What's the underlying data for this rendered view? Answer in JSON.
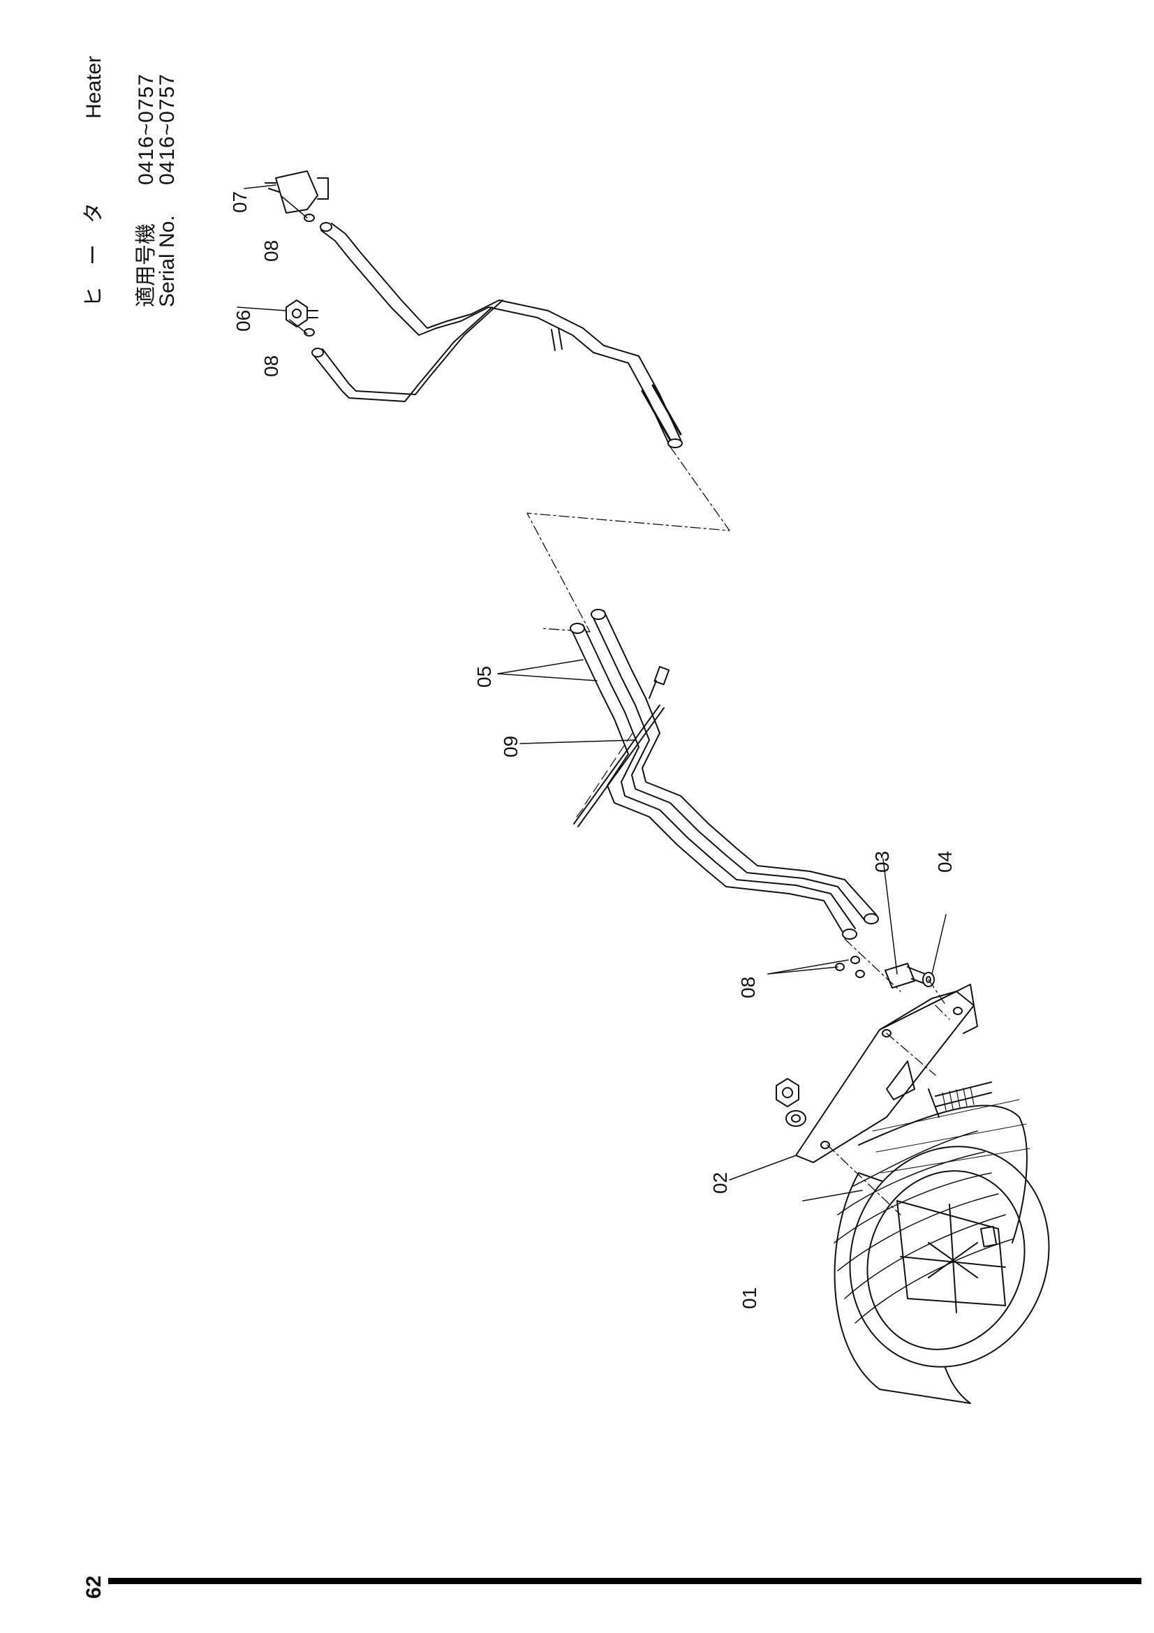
{
  "header": {
    "title_jp": "ヒ　ー　タ",
    "title_en": "Heater",
    "serial_label_jp": "適用号機",
    "serial_label_en": "Serial No.",
    "serial_range_jp": "0416~0757",
    "serial_range_en": "0416~0757"
  },
  "callouts": {
    "c01": "01",
    "c02": "02",
    "c03": "03",
    "c04": "04",
    "c05": "05",
    "c06": "06",
    "c07": "07",
    "c08a": "08",
    "c08b": "08",
    "c08c": "08",
    "c09": "09"
  },
  "footer": {
    "page_number": "62"
  }
}
